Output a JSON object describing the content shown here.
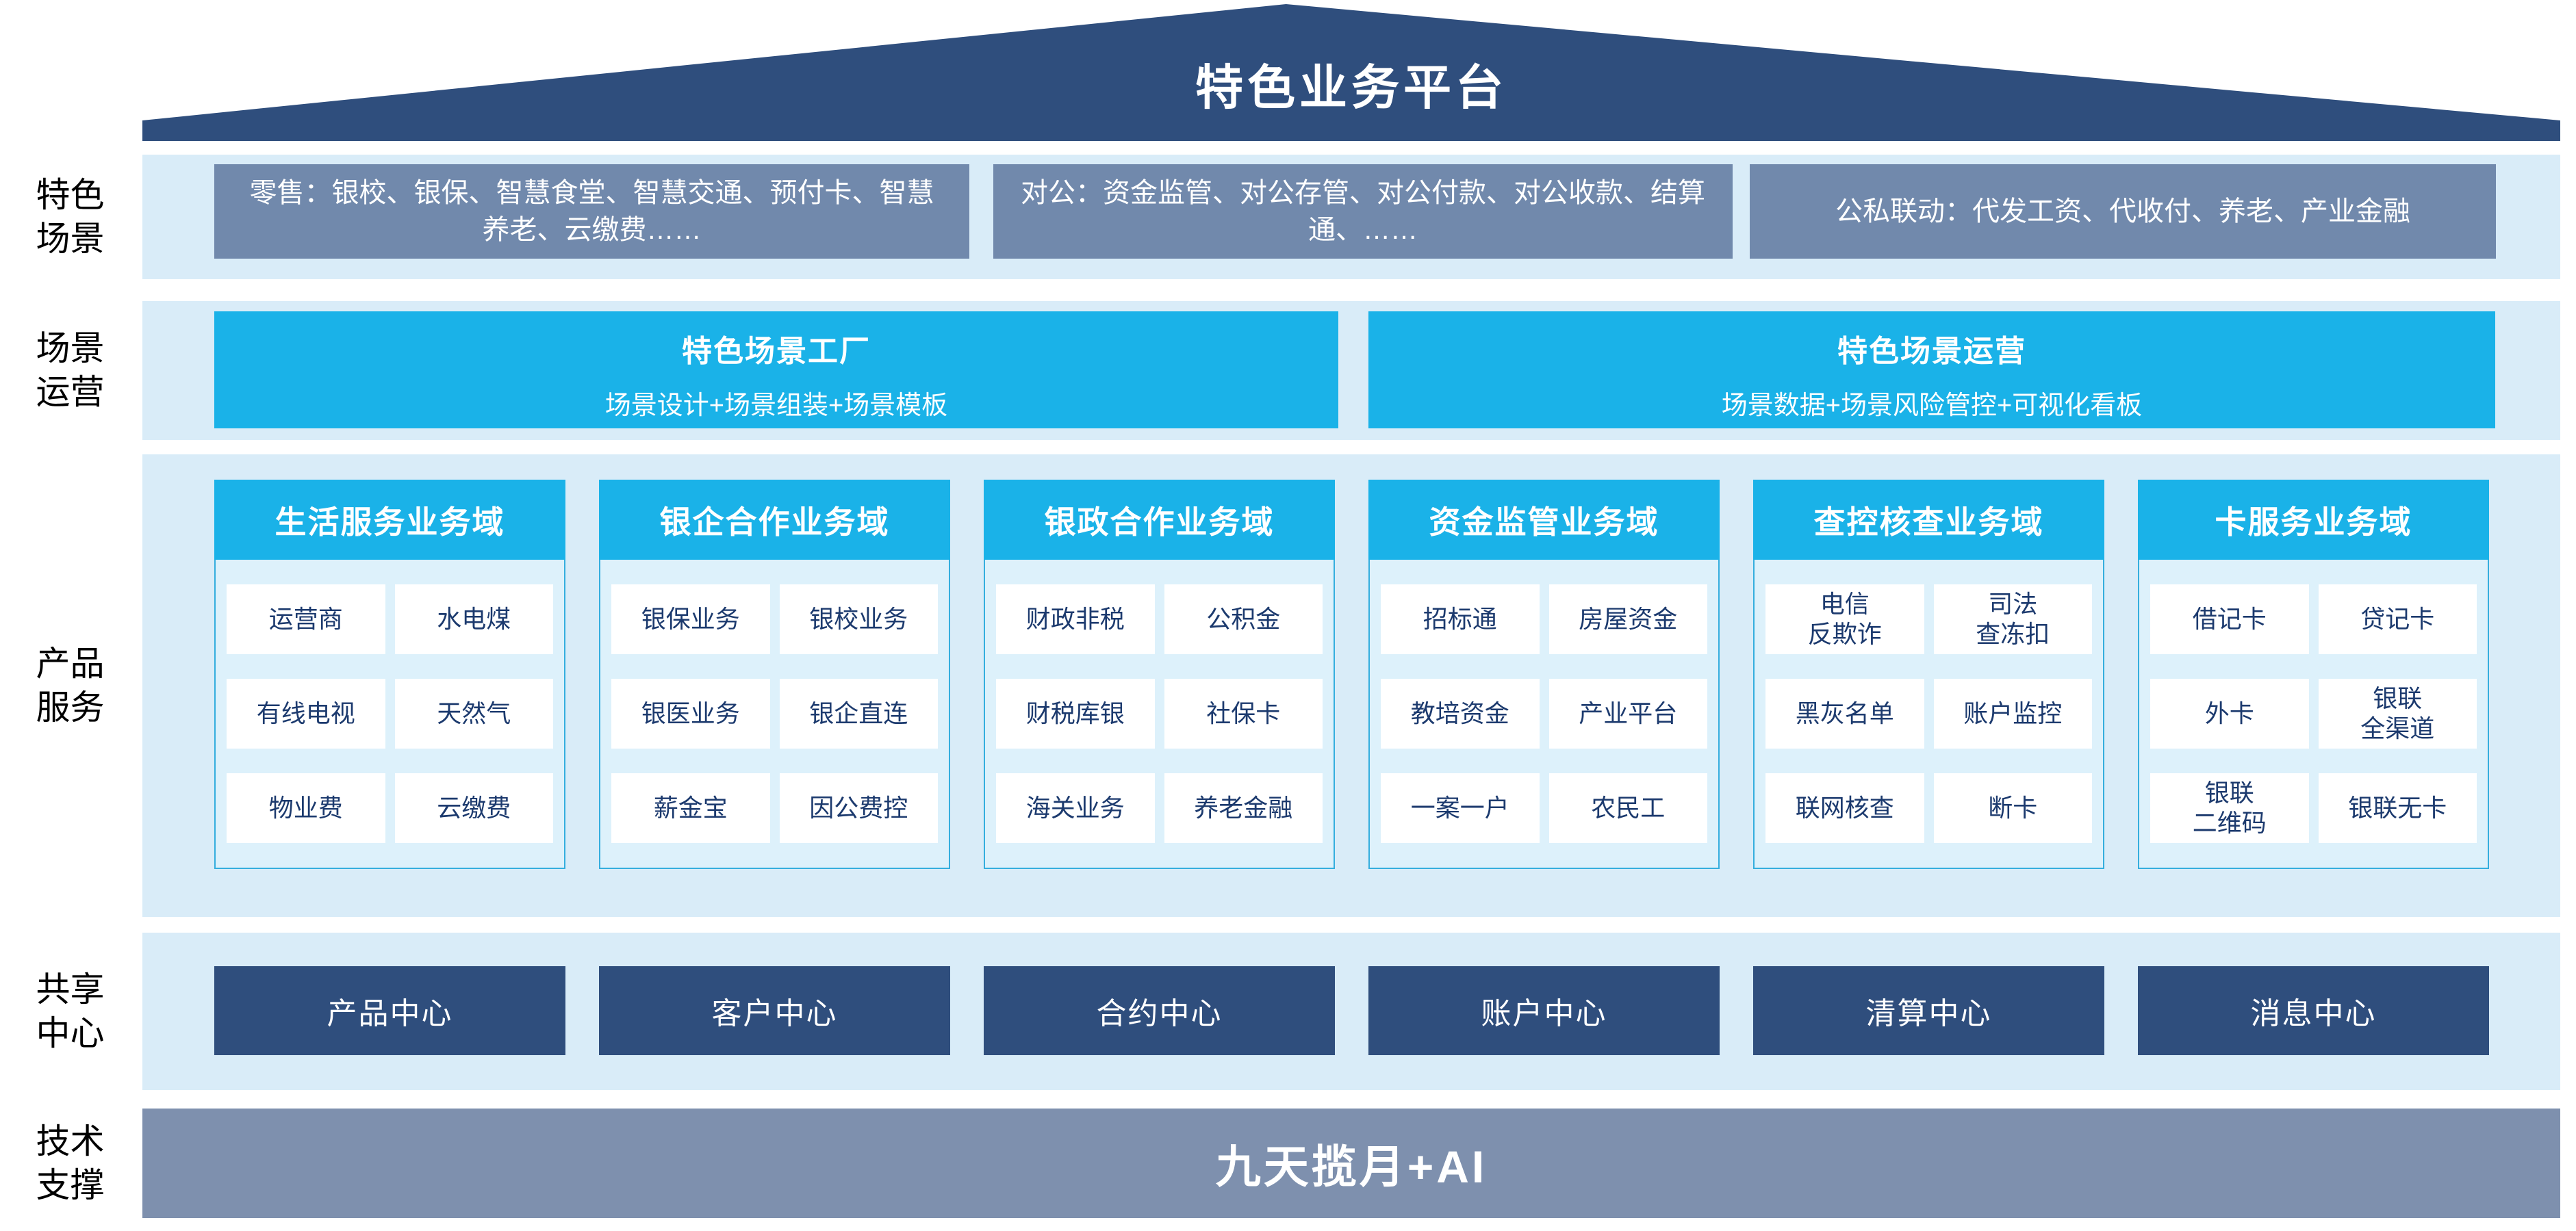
{
  "title": "特色业务平台",
  "side_labels": [
    "特色\n场景",
    "场景\n运营",
    "产品\n服务",
    "共享\n中心",
    "技术\n支撑"
  ],
  "scene_row": {
    "boxes": [
      "零售：银校、银保、智慧食堂、智慧交通、预付卡、智慧养老、云缴费……",
      "对公：资金监管、对公存管、对公付款、对公收款、结算通、……",
      "公私联动：代发工资、代收付、养老、产业金融"
    ]
  },
  "operation_row": {
    "boxes": [
      {
        "title": "特色场景工厂",
        "subtitle": "场景设计+场景组装+场景模板"
      },
      {
        "title": "特色场景运营",
        "subtitle": "场景数据+场景风险管控+可视化看板"
      }
    ]
  },
  "product_row": {
    "domains": [
      {
        "header": "生活服务业务域",
        "items": [
          "运营商",
          "水电煤",
          "有线电视",
          "天然气",
          "物业费",
          "云缴费"
        ]
      },
      {
        "header": "银企合作业务域",
        "items": [
          "银保业务",
          "银校业务",
          "银医业务",
          "银企直连",
          "薪金宝",
          "因公费控"
        ]
      },
      {
        "header": "银政合作业务域",
        "items": [
          "财政非税",
          "公积金",
          "财税库银",
          "社保卡",
          "海关业务",
          "养老金融"
        ]
      },
      {
        "header": "资金监管业务域",
        "items": [
          "招标通",
          "房屋资金",
          "教培资金",
          "产业平台",
          "一案一户",
          "农民工"
        ]
      },
      {
        "header": "查控核查业务域",
        "items": [
          "电信\n反欺诈",
          "司法\n查冻扣",
          "黑灰名单",
          "账户监控",
          "联网核查",
          "断卡"
        ]
      },
      {
        "header": "卡服务业务域",
        "items": [
          "借记卡",
          "贷记卡",
          "外卡",
          "银联\n全渠道",
          "银联\n二维码",
          "银联无卡"
        ]
      }
    ]
  },
  "share_row": {
    "centers": [
      "产品中心",
      "客户中心",
      "合约中心",
      "账户中心",
      "清算中心",
      "消息中心"
    ]
  },
  "tech_row": {
    "bar": "九天揽月+AI"
  },
  "colors": {
    "navy": "#2f4e7d",
    "cyan": "#1ab2e8",
    "band_blue": "#d9ecf8",
    "slate_gray": "#7189ac",
    "bar_slate": "#7e90ae",
    "panel_fill": "#ddf1fb",
    "panel_border": "#35aede",
    "item_text": "#1c3a6e"
  }
}
